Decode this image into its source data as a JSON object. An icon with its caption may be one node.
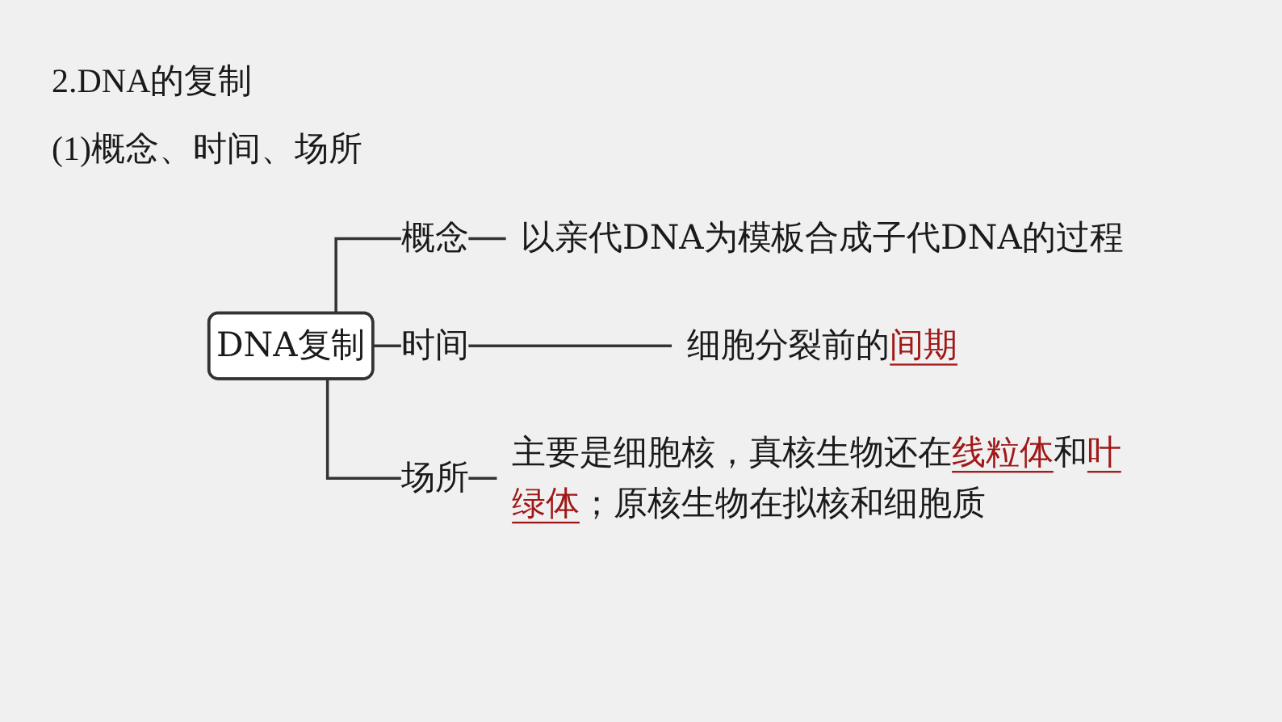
{
  "diagram": {
    "title": "2.DNA的复制",
    "nodes": [
      {
        "text": [
          "DNA复制"
        ]
      },
      {
        "text": [
          "以亲代DNA为模板合成子代DNA的过程"
        ]
      },
      {
        "text": [
          "细胞分裂前的**间期**"
        ]
      },
      {
        "text": [
          "主要是细胞核，真核生物还在**线粒体**和**叶绿体**；原核生物在拟核和细胞质"
        ]
      }
    ],
    "edges": [
      {
        "from": 0,
        "to": 1,
        "arrow": "none",
        "label": "概念"
      },
      {
        "from": 0,
        "to": 2,
        "arrow": "none",
        "label": "时间"
      },
      {
        "from": 0,
        "to": 3,
        "arrow": "none",
        "label": "场所"
      }
    ],
    "labels": [
      "(1)概念、时间、场所"
    ]
  }
}
